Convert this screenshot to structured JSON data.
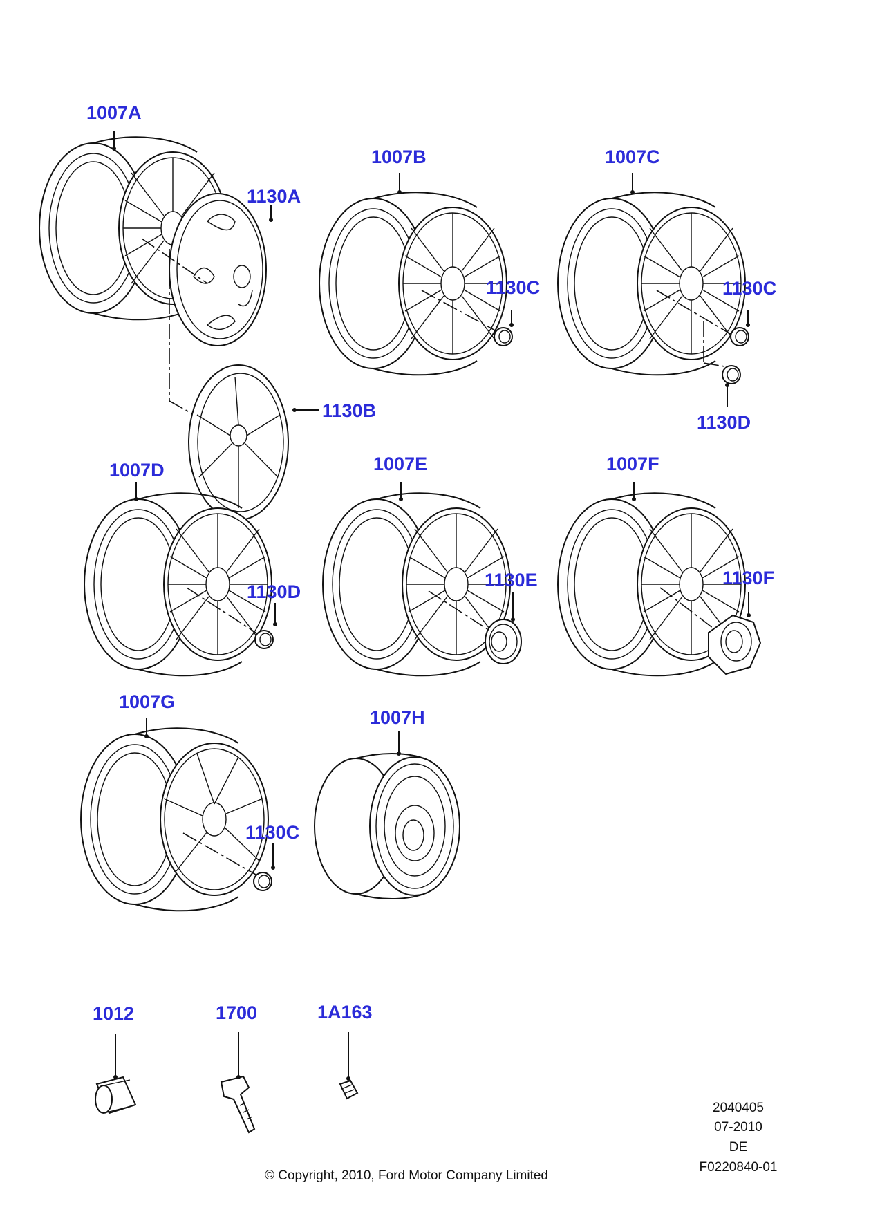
{
  "colors": {
    "callout": "#2b2bd9",
    "line": "#111111",
    "background": "#ffffff"
  },
  "callouts": {
    "w1007A": "1007A",
    "w1007B": "1007B",
    "w1007C": "1007C",
    "w1007D": "1007D",
    "w1007E": "1007E",
    "w1007F": "1007F",
    "w1007G": "1007G",
    "w1007H": "1007H",
    "c1130A": "1130A",
    "c1130B": "1130B",
    "c1130C_b": "1130C",
    "c1130C_c": "1130C",
    "c1130D_c": "1130D",
    "c1130D_d": "1130D",
    "c1130E": "1130E",
    "c1130F": "1130F",
    "c1130C_g": "1130C",
    "p1012": "1012",
    "p1700": "1700",
    "p1A163": "1A163"
  },
  "meta": {
    "code": "2040405",
    "date": "07-2010",
    "lang": "DE",
    "ref": "F0220840-01",
    "copyright": "© Copyright, 2010, Ford Motor Company Limited"
  }
}
